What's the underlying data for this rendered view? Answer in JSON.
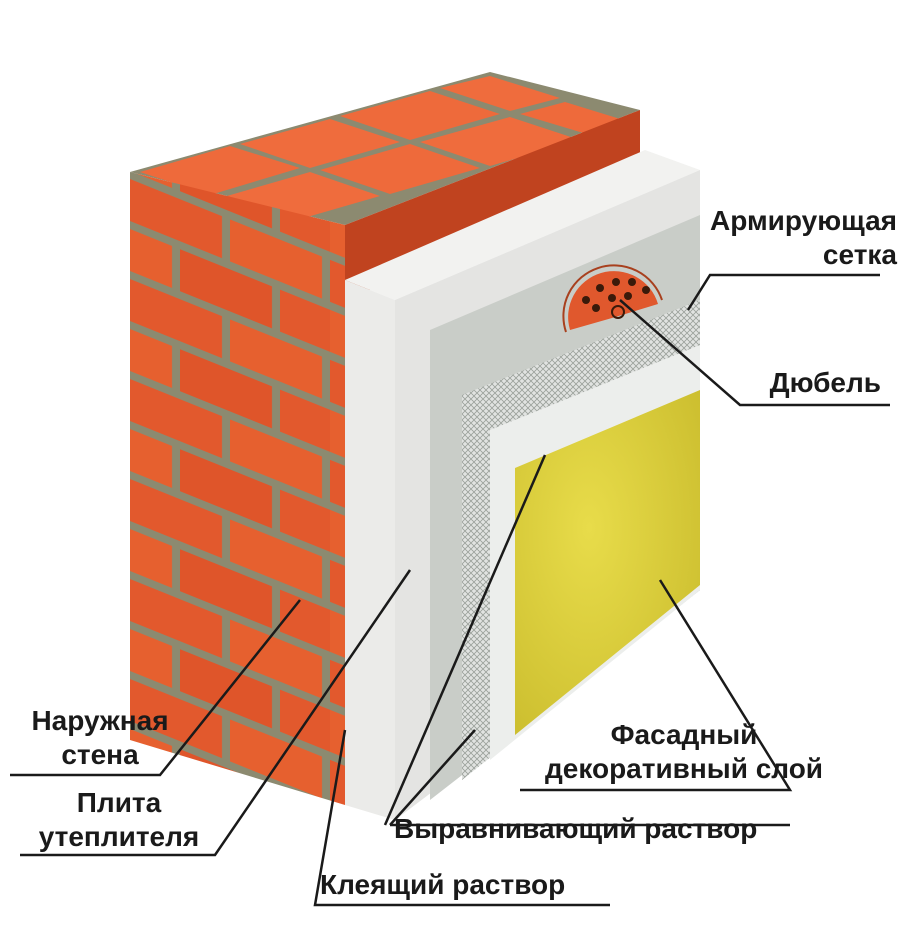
{
  "labels": {
    "reinforcing_mesh": [
      "Армирующая",
      "сетка"
    ],
    "dowel": "Дюбель",
    "outer_wall": [
      "Наружная",
      "стена"
    ],
    "insulation_board": [
      "Плита",
      "утеплителя"
    ],
    "facade_decorative_layer": [
      "Фасадный",
      "декоративный слой"
    ],
    "leveling_mortar": "Выравнивающий раствор",
    "adhesive_mortar": "Клеящий раствор"
  },
  "colors": {
    "brick": "#e2592d",
    "brick_light": "#f07040",
    "brick_dark": "#b83e1f",
    "mortar_joint": "#8c8a70",
    "insulation": "#e4e4e2",
    "adhesive": "#c9cdc8",
    "mesh_layer": "#d6d8d6",
    "leveling": "#e9eae8",
    "decorative": "#dccf3a",
    "leader_line": "#1a1a1a",
    "text": "#1a1a1a"
  }
}
